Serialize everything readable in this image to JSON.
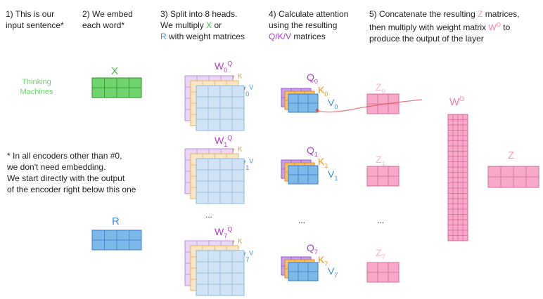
{
  "colors": {
    "green": "#6fd46b",
    "green_dark": "#2f8f2c",
    "blue": "#7cb9e8",
    "blue_dark": "#3a7bd5",
    "pink": "#f8a8c8",
    "pink_dark": "#d66a9a",
    "purple": "#c6a2e6",
    "purple_dark": "#a04fd0",
    "orange": "#f4c26b",
    "orange_dark": "#e08a1e",
    "x_label": "#3fbf3c",
    "r_label": "#3f8ee0",
    "q_label": "#b040c8",
    "k_label": "#e8951c",
    "v_label": "#3f8ee0",
    "z_label": "#f398bf",
    "wo_label": "#f07fb0"
  },
  "steps": {
    "s1": [
      "1) This is our",
      "input sentence*"
    ],
    "s2": [
      "2) We embed",
      "each word*"
    ],
    "s3_line1": "3) Split into 8 heads.",
    "s3_line2_pre": "We multiply ",
    "s3_line2_x": "X",
    "s3_line2_post": " or",
    "s3_line3_r": "R",
    "s3_line3_post": " with weight matrices",
    "s4": [
      "4) Calculate attention",
      "using the resulting"
    ],
    "s4_line3_qkv": "Q/K/V",
    "s4_line3_post": " matrices",
    "s5_line1_pre": "5) Concatenate the resulting ",
    "s5_line1_z": "Z",
    "s5_line1_post": " matrices,",
    "s5_line2_pre": "then multiply with weight matrix ",
    "s5_line2_w": "W",
    "s5_line2_sup": "O",
    "s5_line2_post": " to",
    "s5_line3": "produce the output of the layer"
  },
  "sentence": [
    "Thinking",
    "Machines"
  ],
  "embed_label": "X",
  "r_label": "R",
  "note": [
    "* In all encoders other than #0,",
    "we don't need embedding.",
    "We start directly with the output",
    "of the encoder right below this one"
  ],
  "heads": [
    {
      "index": "0",
      "w": "W",
      "q": "Q",
      "k": "K",
      "v": "V",
      "z": "Z"
    },
    {
      "index": "1",
      "w": "W",
      "q": "Q",
      "k": "K",
      "v": "V",
      "z": "Z"
    },
    {
      "index": "7",
      "w": "W",
      "q": "Q",
      "k": "K",
      "v": "V",
      "z": "Z"
    }
  ],
  "ellipsis": "...",
  "wo": {
    "base": "W",
    "sup": "O"
  },
  "z_output": "Z"
}
